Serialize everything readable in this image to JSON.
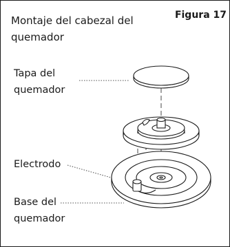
{
  "title": "Montaje del cabezal del quemador",
  "figure_label": "Figura 17",
  "labels": {
    "cap": "Tapa del quemador",
    "electrode": "Electrodo",
    "base": "Base del quemador"
  }
}
